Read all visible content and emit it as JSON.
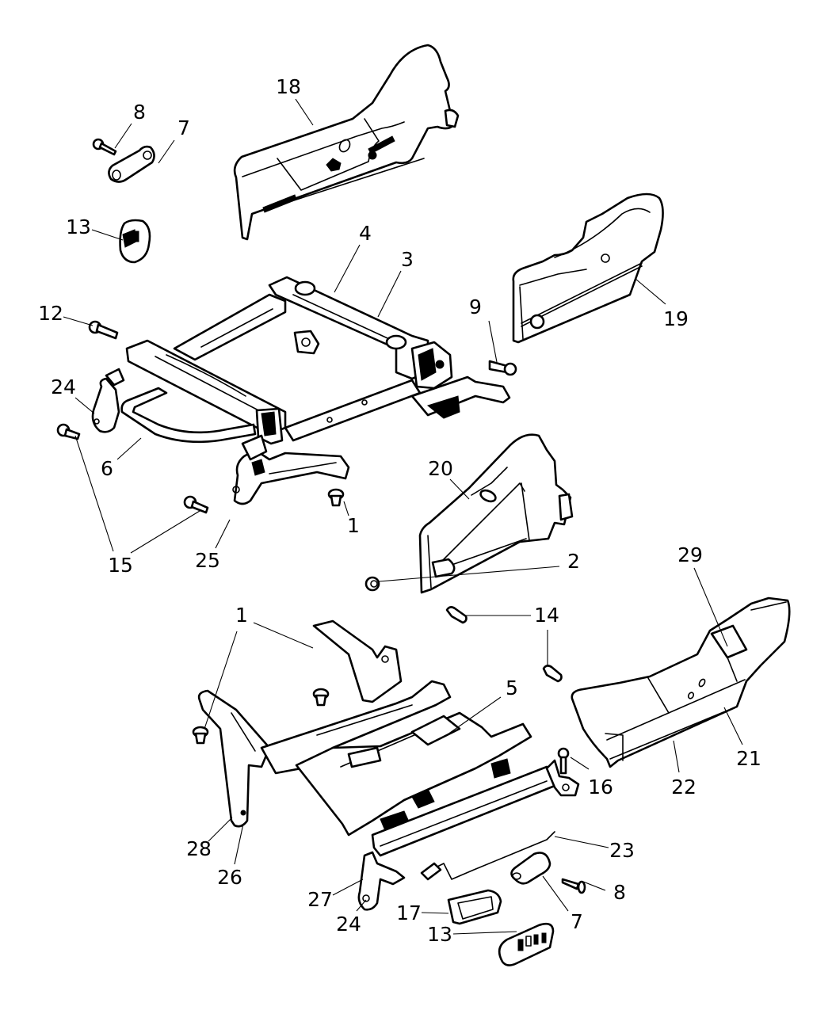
{
  "diagram": {
    "type": "exploded-parts-diagram",
    "subject": "Power seat adjuster / track assembly",
    "colors": {
      "line": "#000000",
      "background": "#ffffff"
    },
    "callouts": [
      {
        "id": "c8a",
        "label": "8",
        "part": "screw"
      },
      {
        "id": "c7a",
        "label": "7",
        "part": "handle"
      },
      {
        "id": "c13a",
        "label": "13",
        "part": "switch bezel"
      },
      {
        "id": "c18",
        "label": "18",
        "part": "outboard shield"
      },
      {
        "id": "c4",
        "label": "4",
        "part": "upper frame rail"
      },
      {
        "id": "c3",
        "label": "3",
        "part": "upper frame rail"
      },
      {
        "id": "c19",
        "label": "19",
        "part": "shield"
      },
      {
        "id": "c12",
        "label": "12",
        "part": "bolt"
      },
      {
        "id": "c9",
        "label": "9",
        "part": "bolt"
      },
      {
        "id": "c24a",
        "label": "24",
        "part": "riser bracket"
      },
      {
        "id": "c6",
        "label": "6",
        "part": "towel bar"
      },
      {
        "id": "c15",
        "label": "15",
        "part": "bolt"
      },
      {
        "id": "c25",
        "label": "25",
        "part": "riser bracket"
      },
      {
        "id": "c1a",
        "label": "1",
        "part": "nut"
      },
      {
        "id": "c20",
        "label": "20",
        "part": "inboard shield"
      },
      {
        "id": "c2",
        "label": "2",
        "part": "nut"
      },
      {
        "id": "c14",
        "label": "14",
        "part": "pin"
      },
      {
        "id": "c29",
        "label": "29",
        "part": "bracket"
      },
      {
        "id": "c1b",
        "label": "1",
        "part": "nut"
      },
      {
        "id": "c5",
        "label": "5",
        "part": "power adjuster"
      },
      {
        "id": "c21",
        "label": "21",
        "part": "shield"
      },
      {
        "id": "c22",
        "label": "22",
        "part": "shield"
      },
      {
        "id": "c16",
        "label": "16",
        "part": "screw"
      },
      {
        "id": "c28",
        "label": "28",
        "part": "riser"
      },
      {
        "id": "c26",
        "label": "26",
        "part": "riser"
      },
      {
        "id": "c23",
        "label": "23",
        "part": "wiring"
      },
      {
        "id": "c8b",
        "label": "8",
        "part": "screw"
      },
      {
        "id": "c27",
        "label": "27",
        "part": "riser"
      },
      {
        "id": "c7b",
        "label": "7",
        "part": "handle"
      },
      {
        "id": "c24b",
        "label": "24",
        "part": "riser bracket"
      },
      {
        "id": "c17",
        "label": "17",
        "part": "bezel"
      },
      {
        "id": "c13b",
        "label": "13",
        "part": "switch bezel"
      }
    ]
  }
}
